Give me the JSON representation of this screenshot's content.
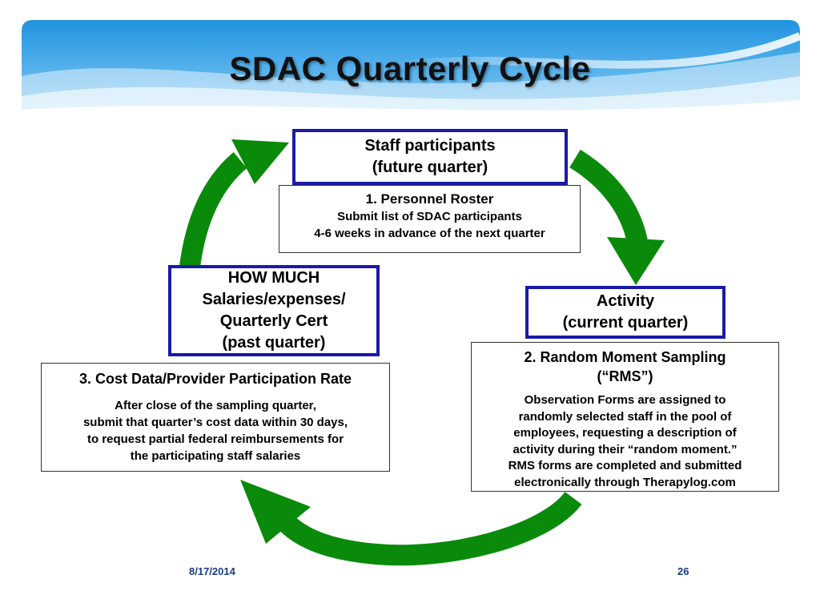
{
  "title": "SDAC Quarterly Cycle",
  "colors": {
    "arrow": "#0a8a0a",
    "box_border": "#1a1aa6",
    "header_blue": "#2e9ee6"
  },
  "boxes": {
    "staff": [
      "Staff participants",
      "(future quarter)"
    ],
    "how_much": [
      "HOW MUCH",
      "Salaries/expenses/",
      "Quarterly Cert",
      "(past quarter)"
    ],
    "activity": [
      "Activity",
      "(current quarter)"
    ]
  },
  "info": {
    "roster": {
      "heading": "1.  Personnel Roster",
      "lines": [
        "Submit list of SDAC participants",
        "4-6 weeks in advance of the next quarter"
      ]
    },
    "cost": {
      "heading": "3.  Cost Data/Provider Participation Rate",
      "lines": [
        "After close of the sampling quarter,",
        "submit that quarter’s cost data within 30 days,",
        "to request partial federal reimbursements for",
        "the participating staff salaries"
      ]
    },
    "rms": {
      "heading": [
        "2.  Random Moment Sampling",
        "(“RMS”)"
      ],
      "lines": [
        "Observation Forms are assigned to",
        "randomly selected staff in the pool of",
        "employees, requesting a description of",
        "activity during their “random moment.”",
        "RMS forms are completed and submitted",
        "electronically through Therapylog.com"
      ]
    }
  },
  "footer": {
    "date": "8/17/2014",
    "page": "26"
  }
}
